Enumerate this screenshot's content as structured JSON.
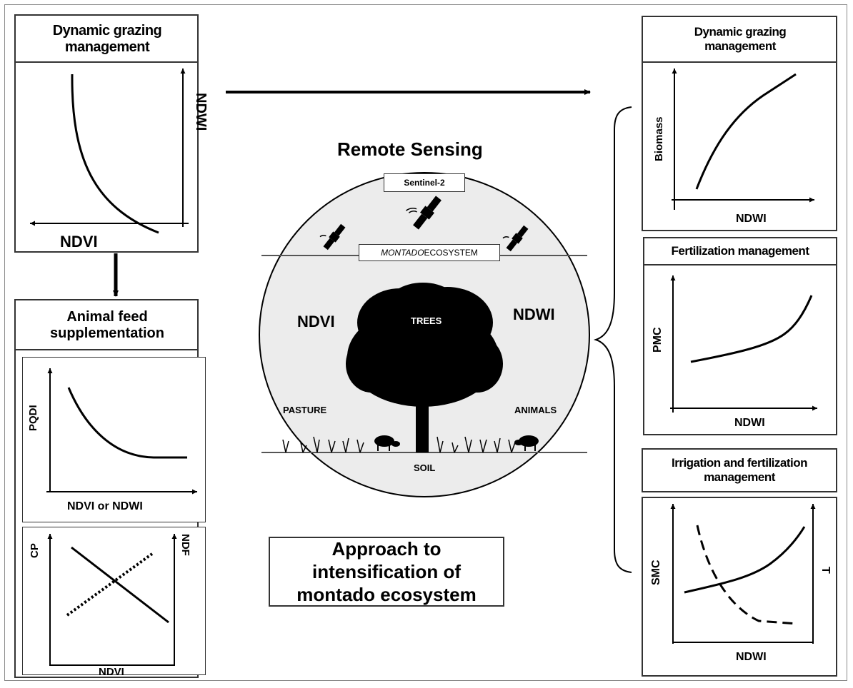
{
  "center": {
    "title": "Remote Sensing",
    "sentinel": "Sentinel-2",
    "ecosystem_italic": "MONTADO",
    "ecosystem_rest": " ECOSYSTEM",
    "ndvi": "NDVI",
    "ndwi": "NDWI",
    "trees": "TREES",
    "pasture": "PASTURE",
    "animals": "ANIMALS",
    "soil": "SOIL",
    "approach": "Approach to intensification of montado ecosystem"
  },
  "left": {
    "grazing": {
      "title": "Dynamic grazing management",
      "xlabel": "NDVI",
      "ylabel": "NDWI"
    },
    "feed": {
      "title": "Animal feed supplementation"
    },
    "pqdi": {
      "ylabel": "PQDI",
      "xlabel": "NDVI or NDWI"
    },
    "cp": {
      "ylabel_left": "CP",
      "ylabel_right": "NDF",
      "xlabel": "NDVI"
    }
  },
  "right": {
    "grazing": {
      "title": "Dynamic grazing management",
      "ylabel": "Biomass",
      "xlabel": "NDWI"
    },
    "fert": {
      "title": "Fertilization management",
      "ylabel": "PMC",
      "xlabel": "NDWI"
    },
    "irrig": {
      "title": "Irrigation and fertilization management",
      "ylabel_left": "SMC",
      "ylabel_right": "T",
      "xlabel": "NDWI"
    }
  },
  "colors": {
    "line": "#000000",
    "border": "#333333",
    "circle_fill": "#ececec"
  }
}
